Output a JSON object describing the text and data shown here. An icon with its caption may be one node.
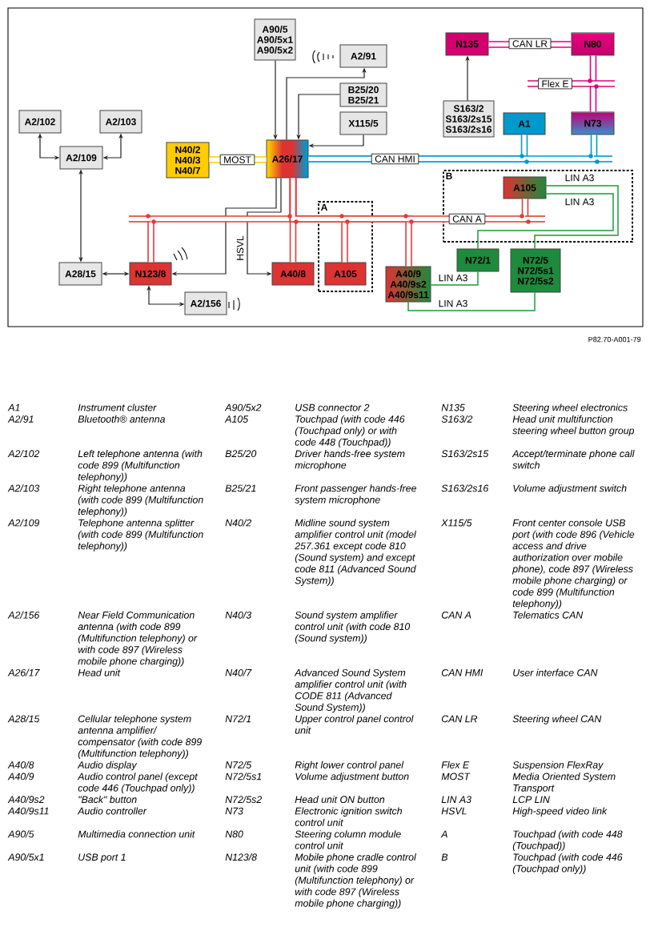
{
  "diagram": {
    "nodes": [
      {
        "text": [
          "A90/5",
          "A90/5x1",
          "A90/5x2"
        ]
      },
      {
        "text": [
          "N135"
        ]
      },
      {
        "text": [
          "N80"
        ]
      },
      {
        "text": [
          "A2/91"
        ]
      },
      {
        "text": [
          "B25/20",
          "B25/21"
        ]
      },
      {
        "text": [
          "S163/2",
          "S163/2s15",
          "S163/2s16"
        ]
      },
      {
        "text": [
          "A2/102"
        ]
      },
      {
        "text": [
          "A2/103"
        ]
      },
      {
        "text": [
          "X115/5"
        ]
      },
      {
        "text": [
          "A1"
        ]
      },
      {
        "text": [
          "N73"
        ]
      },
      {
        "text": [
          "A2/109"
        ]
      },
      {
        "text": [
          "N40/2",
          "N40/3",
          "N40/7"
        ]
      },
      {
        "text": [
          "A26/17"
        ]
      },
      {
        "text": [
          "B"
        ]
      },
      {
        "text": [
          "A105"
        ],
        "in": 14
      },
      {
        "text": [
          "A"
        ]
      },
      {
        "text": [
          "A105"
        ],
        "in": 16
      },
      {
        "text": [
          "A28/15"
        ]
      },
      {
        "text": [
          "N123/8"
        ]
      },
      {
        "text": [
          "A40/8"
        ]
      },
      {
        "text": [
          "A40/9",
          "A40/9s2",
          "A40/9s11"
        ]
      },
      {
        "text": [
          "N72/1"
        ]
      },
      {
        "text": [
          "N72/5",
          "N72/5s1",
          "N72/5s2"
        ]
      },
      {
        "text": [
          "A2/156"
        ]
      }
    ],
    "edges": [
      {
        "from": 0,
        "to": 13,
        "arrow": "to"
      },
      {
        "from": 13,
        "to": 3,
        "arrow": "to"
      },
      {
        "from": 4,
        "to": 13,
        "arrow": "to"
      },
      {
        "from": 8,
        "to": 13,
        "arrow": "to"
      },
      {
        "from": 11,
        "to": 6,
        "arrow": "both"
      },
      {
        "from": 11,
        "to": 7,
        "arrow": "both"
      },
      {
        "from": 11,
        "to": 18,
        "arrow": "both"
      },
      {
        "from": 18,
        "to": 19,
        "arrow": "both"
      },
      {
        "from": 19,
        "to": 24,
        "arrow": "both"
      },
      {
        "from": 13,
        "to": 19,
        "arrow": "to"
      },
      {
        "from": 13,
        "to": 20,
        "arrow": "to",
        "label": "HSVL"
      },
      {
        "from": 5,
        "to": 1,
        "arrow": "to"
      },
      {
        "from": 1,
        "to": 2,
        "arrow": "none",
        "label": "CAN LR",
        "style": "thick",
        "color": "#e0007a"
      },
      {
        "from": 2,
        "to": 10,
        "arrow": "none",
        "label": "Flex E",
        "style": "thick",
        "color": "#e0007a"
      },
      {
        "from": 12,
        "to": 13,
        "arrow": "none",
        "label": "MOST",
        "style": "thick",
        "color": "#ffcc00"
      },
      {
        "from": 13,
        "to": 9,
        "arrow": "none",
        "label": "CAN HMI",
        "style": "thick",
        "color": "#0099cc"
      },
      {
        "from": 13,
        "to": 10,
        "arrow": "none",
        "style": "thick",
        "color": "#0099cc"
      },
      {
        "from": 13,
        "to": 19,
        "arrow": "none",
        "style": "thick",
        "color": "#e03c3c"
      },
      {
        "from": 13,
        "to": 20,
        "arrow": "none",
        "style": "thick",
        "color": "#e03c3c"
      },
      {
        "from": 13,
        "to": 17,
        "arrow": "none",
        "style": "thick",
        "color": "#e03c3c"
      },
      {
        "from": 13,
        "to": 21,
        "arrow": "none",
        "style": "thick",
        "color": "#e03c3c"
      },
      {
        "from": 13,
        "to": 15,
        "arrow": "none",
        "label": "CAN A",
        "style": "thick",
        "color": "#e03c3c"
      },
      {
        "from": 15,
        "to": 23,
        "arrow": "none",
        "label": "LIN A3",
        "color": "#1a9a3a"
      },
      {
        "from": 15,
        "to": 22,
        "arrow": "none",
        "label": "LIN A3",
        "color": "#1a9a3a"
      },
      {
        "from": 21,
        "to": 22,
        "arrow": "none",
        "label": "LIN A3",
        "color": "#1a9a3a"
      },
      {
        "from": 21,
        "to": 23,
        "arrow": "none",
        "label": "LIN A3",
        "color": "#1a9a3a"
      }
    ],
    "labels": [
      "P82.70-A001-79",
      "A1",
      "Instrument cluster",
      "A90/5x2",
      "USB connector 2",
      "N135",
      "Steering wheel electronics",
      "A2/91",
      "Bluetooth® antenna",
      "A105",
      "Touchpad (with code 446 (Touchpad only) or with code 448 (Touchpad))",
      "S163/2",
      "Head unit multifunction steering wheel button group",
      "A2/102",
      "Left telephone antenna (with code 899 (Multifunction telephony))",
      "B25/20",
      "Driver hands-free system microphone",
      "S163/2s15",
      "Accept/terminate phone call switch",
      "A2/103",
      "Right telephone antenna (with code 899 (Multifunction telephony))",
      "B25/21",
      "Front passenger hands-free system microphone",
      "S163/2s16",
      "Volume adjustment switch",
      "A2/109",
      "Telephone antenna splitter (with code 899 (Multifunction telephony))",
      "N40/2",
      "Midline sound system amplifier control unit (model 257.361 except code 810 (Sound system) and except code 811 (Advanced Sound System))",
      "X115/5",
      "Front center console USB port (with code 896 (Vehicle access and drive authorization over mobile phone), code 897 (Wireless mobile phone charging) or code 899 (Multifunction telephony))",
      "A2/156",
      "Near Field Communication antenna (with code 899 (Multifunction telephony) or with code 897 (Wireless mobile phone charging))",
      "N40/3",
      "Sound system amplifier control unit (with code 810 (Sound system))",
      "CAN A",
      "Telematics CAN",
      "A26/17",
      "Head unit",
      "N40/7",
      "Advanced Sound System amplifier control unit (with CODE 811 (Advanced Sound System))",
      "CAN HMI",
      "User interface CAN",
      "A28/15",
      "Cellular telephone system antenna amplifier/ compensator (with code 899 (Multifunction telephony))",
      "N72/1",
      "Upper control panel control unit",
      "CAN LR",
      "Steering wheel CAN",
      "A40/8",
      "Audio display",
      "N72/5",
      "Right lower control panel",
      "Flex E",
      "Suspension FlexRay",
      "A40/9",
      "Audio control panel (except code 446 (Touchpad only))",
      "N72/5s1",
      "Volume adjustment button",
      "MOST",
      "Media Oriented System Transport",
      "A40/9s2",
      "\"Back\" button",
      "N72/5s2",
      "Head unit ON button",
      "LIN A3",
      "LCP LIN",
      "A40/9s11",
      "Audio controller",
      "N73",
      "Electronic ignition switch control unit",
      "HSVL",
      "High-speed video link",
      "A90/5",
      "Multimedia connection unit",
      "N80",
      "Steering column module control unit",
      "A",
      "Touchpad (with code 448 (Touchpad))",
      "A90/5x1",
      "USB port 1",
      "N123/8",
      "Mobile phone cradle control unit (with code 899 (Multifunction telephony) or with code 897 (Wireless mobile phone charging))",
      "B",
      "Touchpad (with code 446 (Touchpad only))"
    ]
  }
}
